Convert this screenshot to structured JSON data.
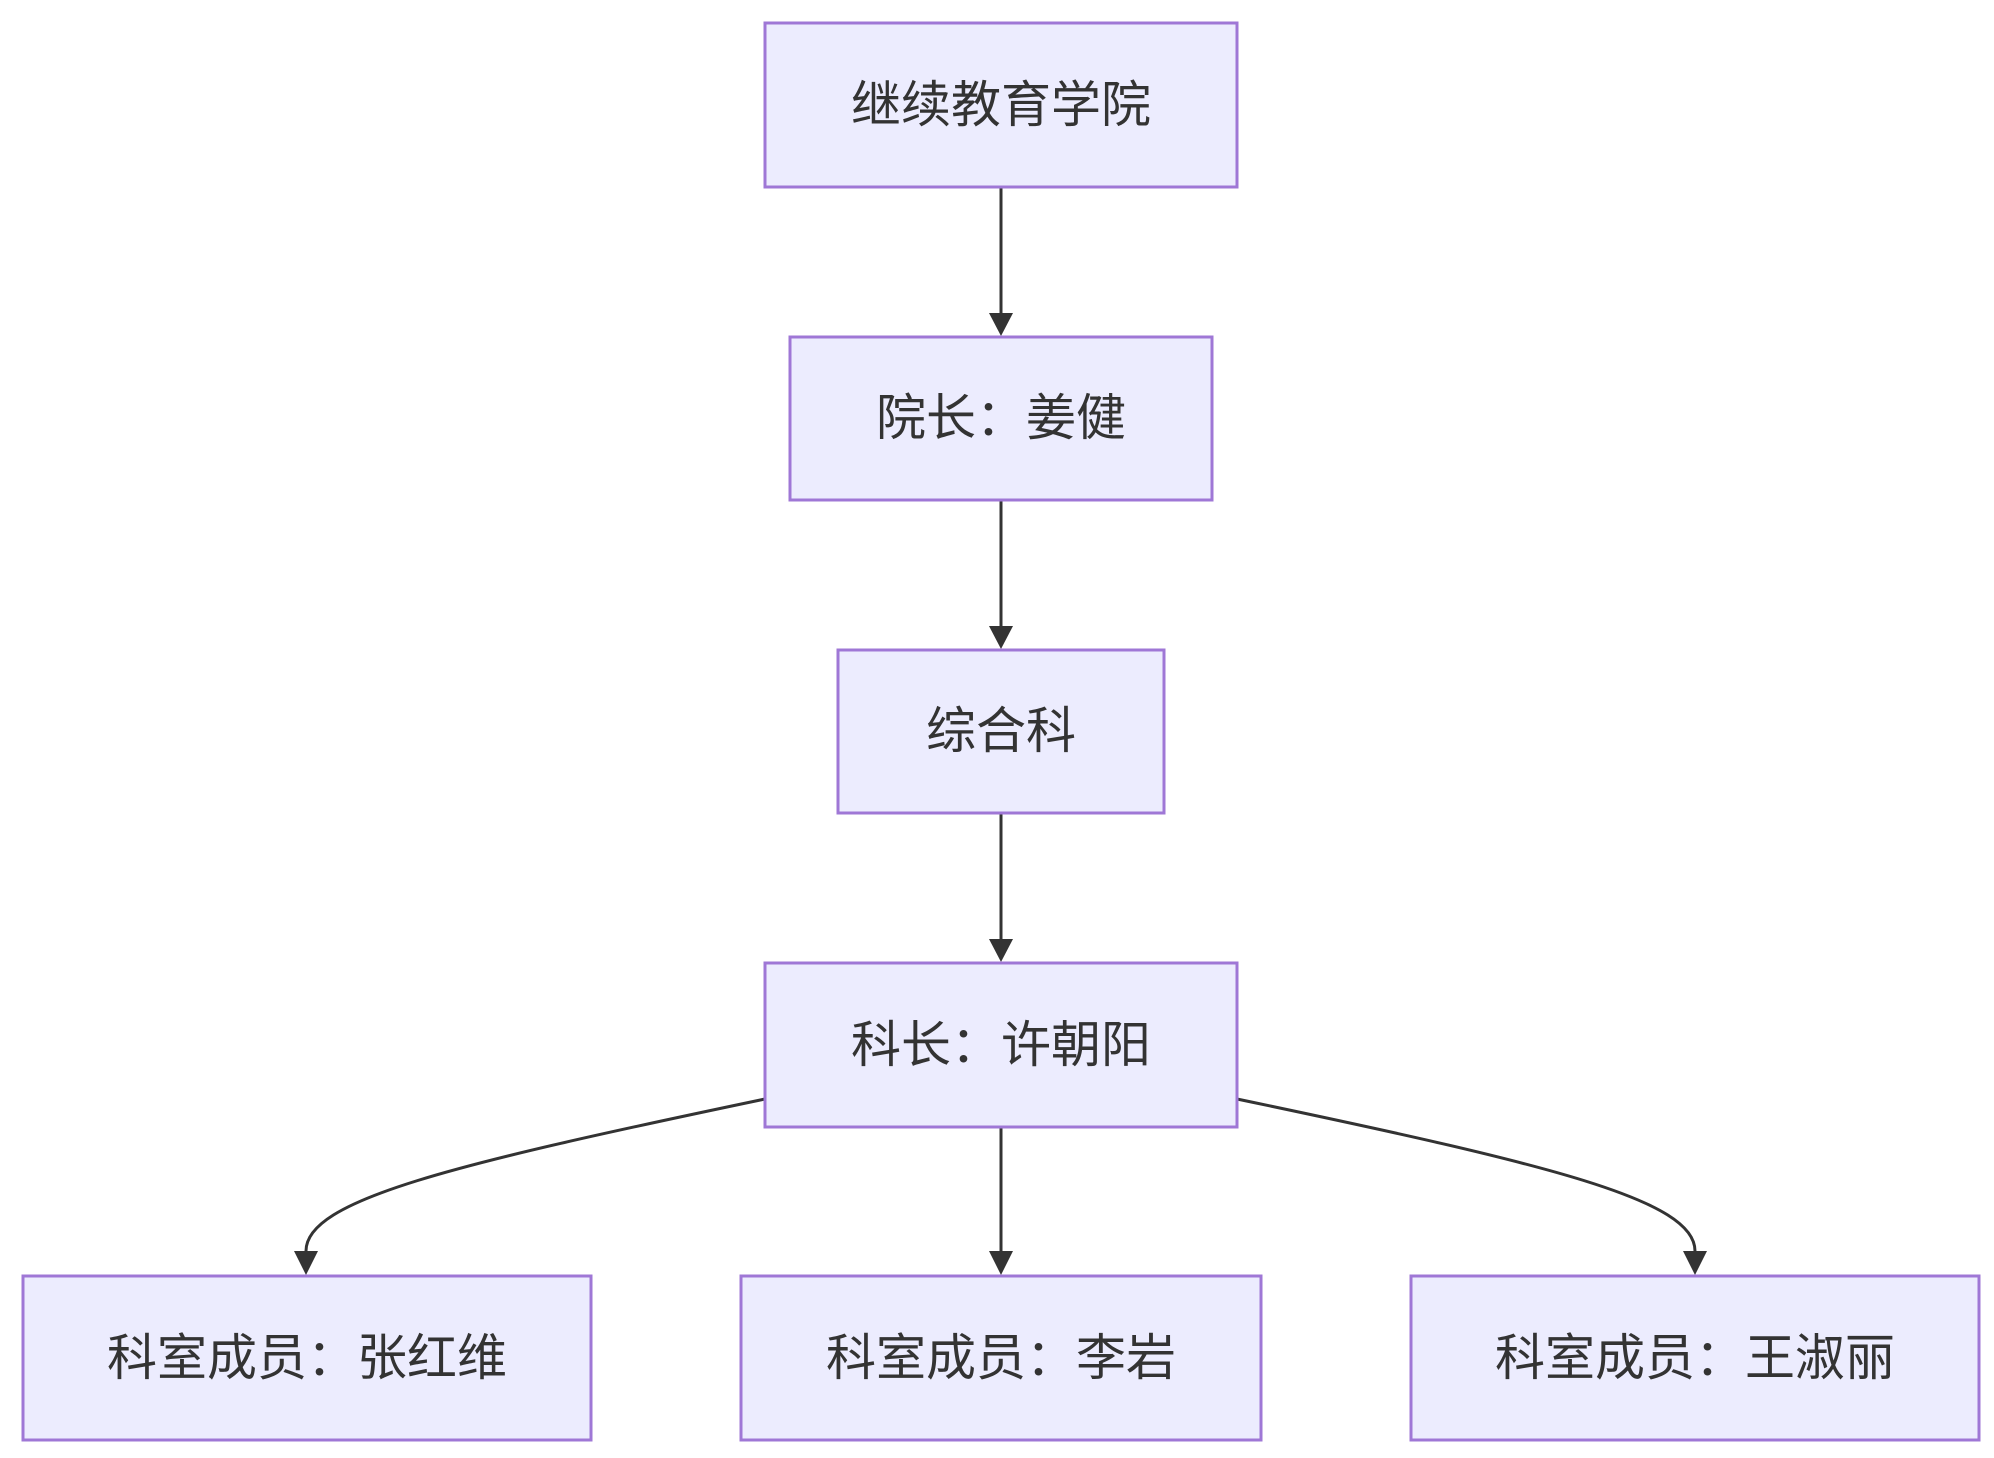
{
  "diagram": {
    "type": "flowchart",
    "nodes": {
      "college": {
        "label": "继续教育学院"
      },
      "dean": {
        "label": "院长：姜健"
      },
      "office": {
        "label": "综合科"
      },
      "chief": {
        "label": "科长：许朝阳"
      },
      "member1": {
        "label": "科室成员：张红维"
      },
      "member2": {
        "label": "科室成员：李岩"
      },
      "member3": {
        "label": "科室成员：王淑丽"
      }
    },
    "edges": [
      {
        "from": "college",
        "to": "dean"
      },
      {
        "from": "dean",
        "to": "office"
      },
      {
        "from": "office",
        "to": "chief"
      },
      {
        "from": "chief",
        "to": "member1"
      },
      {
        "from": "chief",
        "to": "member2"
      },
      {
        "from": "chief",
        "to": "member3"
      }
    ],
    "colors": {
      "node_fill": "#ececfe",
      "node_border": "#9f77d6",
      "edge": "#333333",
      "text": "#333333"
    }
  }
}
